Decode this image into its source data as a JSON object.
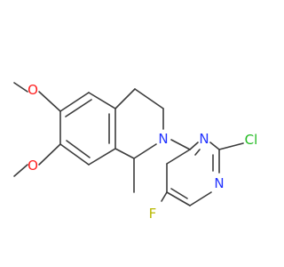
{
  "molecule": {
    "atoms": {
      "o_upper": {
        "text": "O",
        "color": "#ff2020"
      },
      "o_lower": {
        "text": "O",
        "color": "#ff2020"
      },
      "n_ring": {
        "text": "N",
        "color": "#2233ff"
      },
      "n_pyr_top": {
        "text": "N",
        "color": "#2233ff"
      },
      "n_pyr_bottom": {
        "text": "N",
        "color": "#2233ff"
      },
      "cl": {
        "text": "Cl",
        "color": "#22bb22"
      },
      "f": {
        "text": "F",
        "color": "#b8b800"
      }
    },
    "bond_color": "#3c3c3c"
  }
}
